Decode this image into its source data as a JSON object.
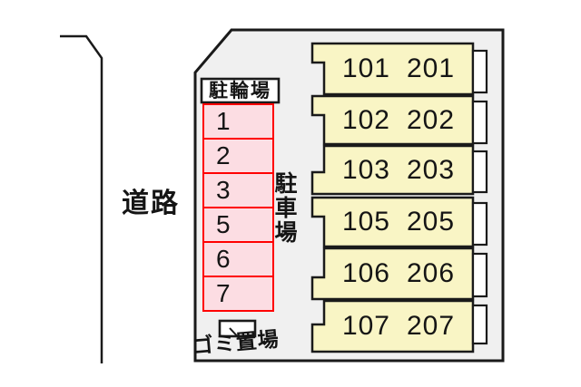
{
  "plan": {
    "road_label": "道路",
    "bicycle_parking_label": "駐輪場",
    "car_parking_label": "駐車場",
    "garbage_label": "ゴミ置場",
    "parking_spaces": [
      "1",
      "2",
      "3",
      "5",
      "6",
      "7"
    ],
    "building_units": [
      {
        "lower": "101",
        "upper": "201"
      },
      {
        "lower": "102",
        "upper": "202"
      },
      {
        "lower": "103",
        "upper": "203"
      },
      {
        "lower": "105",
        "upper": "205"
      },
      {
        "lower": "106",
        "upper": "206"
      },
      {
        "lower": "107",
        "upper": "207"
      }
    ]
  },
  "colors": {
    "site_fill": "#f0f0f0",
    "line": "#1a1a1a",
    "unit_fill": "#f9f5c5",
    "balcony_fill": "#ffffff",
    "parking_fill": "#fcdde3",
    "parking_border": "#ff0000",
    "text": "#151515"
  }
}
